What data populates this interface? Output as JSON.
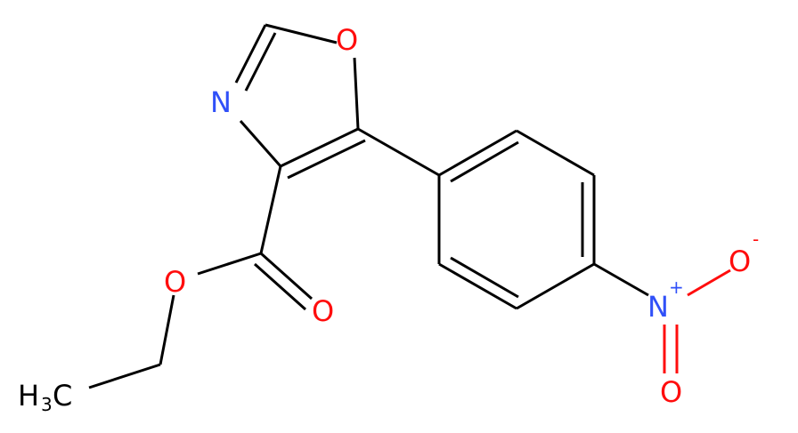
{
  "molecule": {
    "colors": {
      "bond": "#000000",
      "oxygen": "#ff0d0d",
      "nitrogen": "#3050f8",
      "carbon": "#000000"
    },
    "atoms": {
      "ring_oxygen": "O",
      "ring_nitrogen": "N",
      "ester_oxygen": "O",
      "carbonyl_oxygen": "O",
      "methyl": {
        "main": "H",
        "subscript": "3",
        "suffix": "C"
      },
      "nitro_nitrogen": {
        "main": "N",
        "charge": "+"
      },
      "nitro_oxygen_minus": {
        "main": "O",
        "charge": "-"
      },
      "nitro_oxygen_double": "O"
    }
  }
}
